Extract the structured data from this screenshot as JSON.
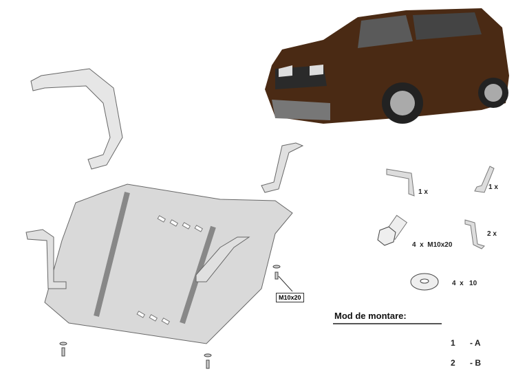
{
  "parts": [
    {
      "qty": "1 x",
      "icon": "bracket-large"
    },
    {
      "qty": "1 x",
      "icon": "bracket-small"
    },
    {
      "qty": "4  x  M10x20",
      "icon": "bolt"
    },
    {
      "qty": "2 x",
      "icon": "bracket-z"
    },
    {
      "qty": "4  x   10",
      "icon": "washer"
    }
  ],
  "callout": "M10x20",
  "mounting": {
    "title": "Mod de montare:",
    "rows": [
      {
        "num": "1",
        "code": "- A"
      },
      {
        "num": "2",
        "code": "- B"
      }
    ]
  },
  "colors": {
    "car_body": "#4a2a14",
    "plate": "#d9d9d9"
  }
}
